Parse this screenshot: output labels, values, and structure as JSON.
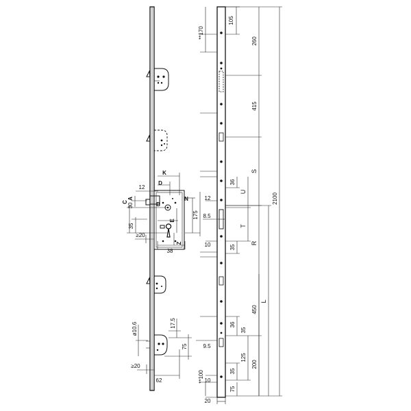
{
  "dimensions": {
    "d105": "105",
    "d170": "**170",
    "d260": "260",
    "d415": "415",
    "S": "S",
    "d2100": "2100",
    "d36": "36",
    "U": "U",
    "d12b": "12",
    "d85": "8.5",
    "T": "T",
    "R": "R",
    "d10a": "10",
    "d35a": "35",
    "d450": "450",
    "L": "L",
    "d36b": "36",
    "d35b": "35",
    "d95": "9.5",
    "d125": "125",
    "d200": "200",
    "d35c": "35",
    "d100": "**100",
    "d10b": "10",
    "d75a": "75",
    "d20a": "20"
  },
  "lock_dimensions": {
    "K": "K",
    "D": "D",
    "d12a": "12",
    "A": "A",
    "d30": "30",
    "C": "C",
    "B": "B",
    "N": "N",
    "d175a": "175",
    "E": "E",
    "d35": "35",
    "d20": "≥20",
    "d38": "38",
    "Z": "Z"
  },
  "lower_dimensions": {
    "d106": "ø10.6",
    "d175": "17.5",
    "d75": "75",
    "d20b": "≥20",
    "d62": "62"
  }
}
